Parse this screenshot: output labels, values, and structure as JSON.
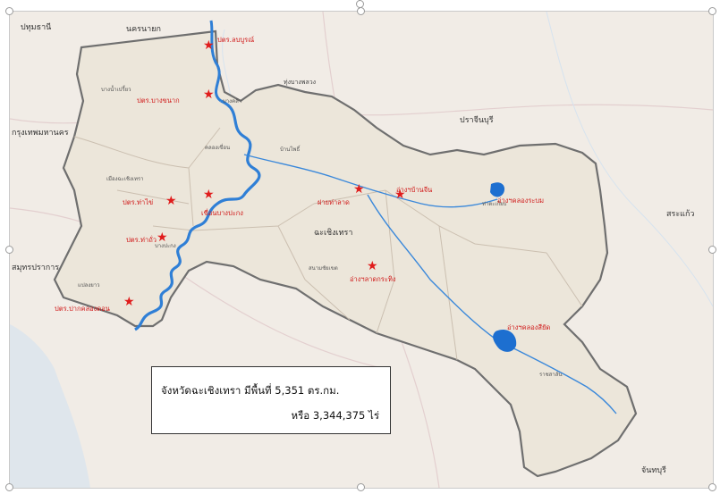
{
  "colors": {
    "background": "#f1ece6",
    "province_fill": "#ece6da",
    "province_border": "#707070",
    "river": "#2f7fd6",
    "accent_red": "#d01818"
  },
  "neighbors": {
    "pathum_thani": "ปทุมธานี",
    "nakhon_nayok": "นครนายก",
    "bangkok": "กรุงเทพมหานคร",
    "samut_prakan": "สมุทรปราการ",
    "prachin_buri": "ปราจีนบุรี",
    "sa_kaeo": "สระแก้ว",
    "chanthaburi": "จันทบุรี"
  },
  "districts": {
    "center": "ฉะเชิงเทรา",
    "north": "ทุ่งบางพลวง",
    "d1": "บางน้ำเปรี้ยว",
    "d2": "บางคล้า",
    "d3": "คลองเขื่อน",
    "d4": "เมืองฉะเชิงเทรา",
    "d5": "บ้านโพธิ์",
    "d6": "บางปะกง",
    "d7": "แปลงยาว",
    "d8": "สนามชัยเขต",
    "d9": "ท่าตะเกียบ",
    "d10": "ราชสาส์น"
  },
  "stations": [
    "ปตร.ลบบูรณ์",
    "ปตร.บางขนาก",
    "ปตร.ท่าไข่",
    "ปตร.ท่าถั่ว",
    "ปตร.ปากคลองดอน",
    "เขื่อนบางปะกง",
    "ฝายท่าลาด",
    "อ่างฯบ้านจีน",
    "อ่างฯคลองระบม",
    "อ่างฯลาดกระทิง",
    "อ่างฯคลองสียัด"
  ],
  "info_box": {
    "line1": "จังหวัดฉะเชิงเทรา มีพื้นที่ 5,351 ตร.กม.",
    "line2": "หรือ 3,344,375 ไร่"
  }
}
